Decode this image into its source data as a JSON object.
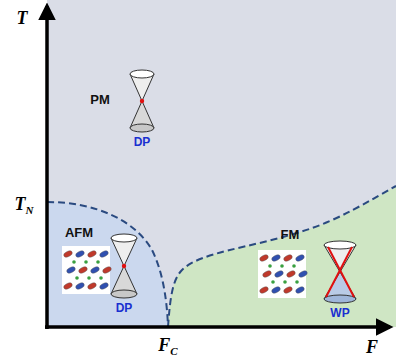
{
  "diagram": {
    "nodes": [
      {
        "text": [
          "PM",
          "DP"
        ]
      },
      {
        "text": [
          "AFM",
          "DP"
        ]
      },
      {
        "text": [
          "FM",
          "WP"
        ]
      }
    ],
    "labels": [
      "T",
      "F",
      "TN",
      "FC"
    ]
  }
}
